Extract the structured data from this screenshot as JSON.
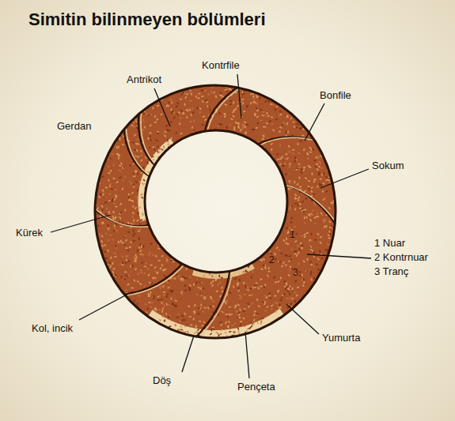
{
  "diagram": {
    "title": "Simitin bilinmeyen bölümleri",
    "labels": [
      "Gerdan",
      "Antrikot",
      "Kontrfile",
      "Bonfile",
      "Sokum",
      "Kürek",
      "1 Nuar",
      "2 Kontrnuar",
      "3 Tranç",
      "Kol, incik",
      "Yumurta",
      "Döş",
      "Pençeta",
      "1",
      "2",
      "3"
    ]
  }
}
